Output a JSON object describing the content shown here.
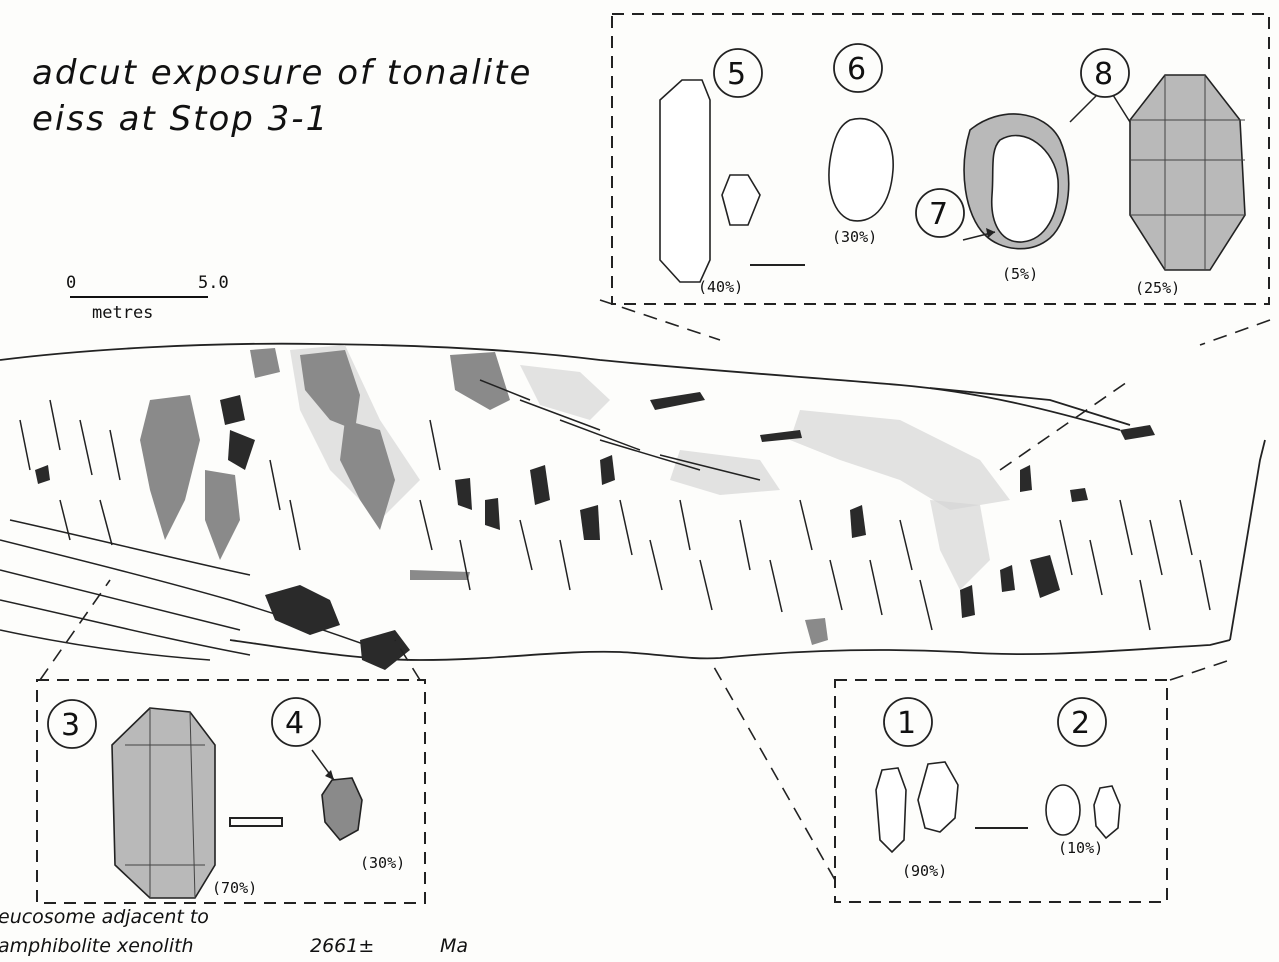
{
  "title": {
    "line1": "adcut exposure of tonalite",
    "line2": "eiss at Stop 3-1"
  },
  "scale_bar": {
    "start": "0",
    "end": "5.0",
    "unit": "metres"
  },
  "zircon_groups": {
    "g1": {
      "number": "1",
      "percent": "(90%)"
    },
    "g2": {
      "number": "2",
      "percent": "(10%)"
    },
    "g3": {
      "number": "3",
      "percent": "(70%)"
    },
    "g4": {
      "number": "4",
      "percent": "(30%)"
    },
    "g5": {
      "number": "5",
      "percent": "(40%)"
    },
    "g6": {
      "number": "6",
      "percent": "(30%)"
    },
    "g7": {
      "number": "7",
      "percent": "(5%)"
    },
    "g8": {
      "number": "8",
      "percent": "(25%)"
    }
  },
  "caption": {
    "line1": "eucosome adjacent to",
    "line2": "amphibolite xenolith",
    "age": "2661±",
    "age_unit": "Ma"
  }
}
